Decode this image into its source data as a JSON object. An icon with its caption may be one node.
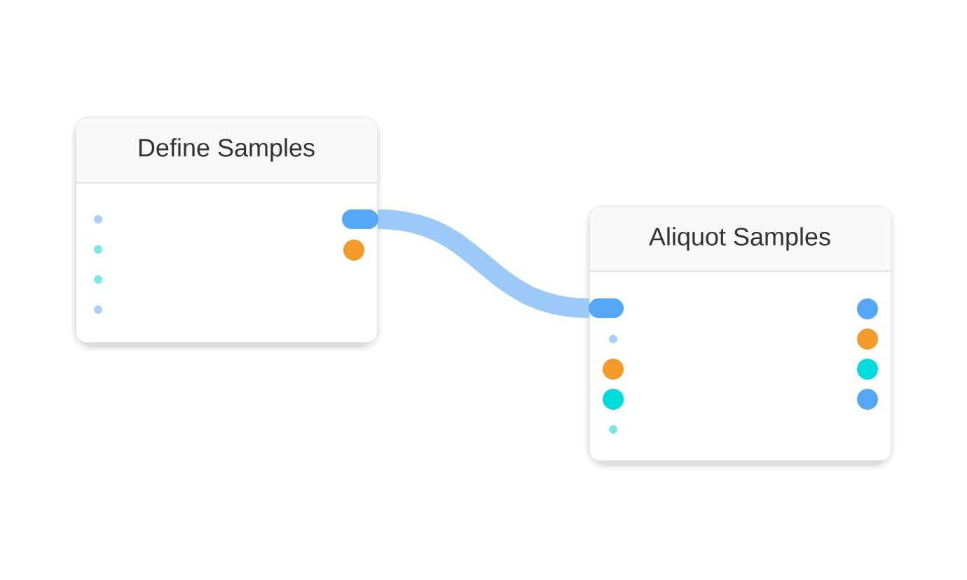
{
  "diagram": {
    "nodes": [
      {
        "text": [
          "Define Samples"
        ]
      },
      {
        "text": [
          "Aliquot Samples"
        ]
      }
    ],
    "edges": [
      {
        "from": 0,
        "to": 1,
        "arrow": "none"
      }
    ]
  }
}
